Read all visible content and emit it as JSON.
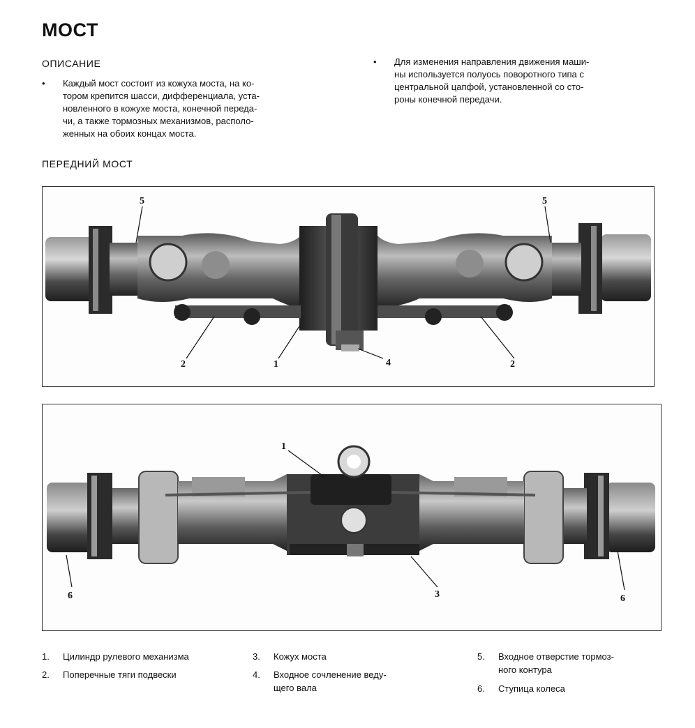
{
  "title": "МОСТ",
  "section_description": "ОПИСАНИЕ",
  "bullets_left": {
    "marker": "•",
    "lines": [
      "Каждый мост состоит из кожуха моста, на ко-",
      "тором крепится шасси, дифференциала, уста-",
      "новленного в кожухе моста, конечной переда-",
      "чи, а также тормозных механизмов, располо-",
      "женных на обоих концах моста."
    ]
  },
  "bullets_right": {
    "marker": "•",
    "lines": [
      "Для изменения направления движения маши-",
      "ны используется полуось поворотного типа с",
      "центральной цапфой, установленной со сто-",
      "роны конечной передачи."
    ]
  },
  "section_front_axle": "ПЕРЕДНИЙ МОСТ",
  "figure_top_callouts": {
    "c5_left": "5",
    "c5_right": "5",
    "c2_left": "2",
    "c1": "1",
    "c4": "4",
    "c2_right": "2"
  },
  "figure_bottom_callouts": {
    "c1": "1",
    "c6_left": "6",
    "c3": "3",
    "c6_right": "6"
  },
  "legend": [
    {
      "num": "1.",
      "lines": [
        "Цилиндр рулевого механизма"
      ]
    },
    {
      "num": "2.",
      "lines": [
        "Поперечные тяги подвески"
      ]
    },
    {
      "num": "3.",
      "lines": [
        "Кожух моста"
      ]
    },
    {
      "num": "4.",
      "lines": [
        "Входное сочленение веду-",
        "щего вала"
      ]
    },
    {
      "num": "5.",
      "lines": [
        "Входное отверстие тормоз-",
        "ного контура"
      ]
    },
    {
      "num": "6.",
      "lines": [
        "Ступица колеса"
      ]
    }
  ]
}
